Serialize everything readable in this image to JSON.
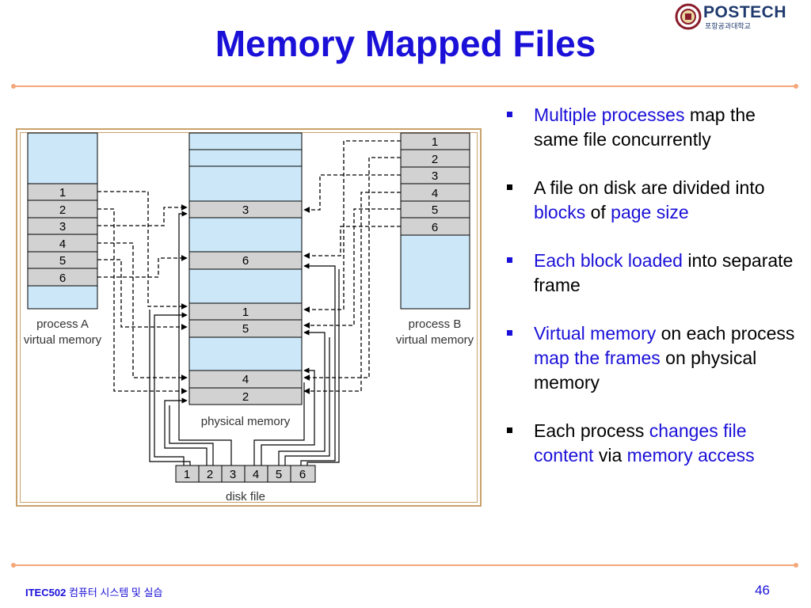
{
  "slide": {
    "title": "Memory Mapped Files",
    "logo_text": "POSTECH",
    "logo_subtext": "포항공과대학교",
    "footer_course": "ITEC502",
    "footer_course_name": "컴퓨터 시스템 및 실습",
    "page_number": "46"
  },
  "colors": {
    "title": "#1a10d8",
    "highlight": "#1a10d8",
    "rule": "#f4a77a",
    "memory_fill": "#cce8f8",
    "block_fill": "#d2d2d2"
  },
  "diagram": {
    "process_a_blocks": [
      "1",
      "2",
      "3",
      "4",
      "5",
      "6"
    ],
    "process_b_blocks": [
      "1",
      "2",
      "3",
      "4",
      "5",
      "6"
    ],
    "physical_frames": [
      "3",
      "6",
      "1",
      "5",
      "4",
      "2"
    ],
    "disk_blocks": [
      "1",
      "2",
      "3",
      "4",
      "5",
      "6"
    ],
    "process_a_label_1": "process A",
    "process_a_label_2": "virtual memory",
    "process_b_label_1": "process B",
    "process_b_label_2": "virtual memory",
    "physical_label": "physical memory",
    "disk_label": "disk file"
  },
  "bullets": [
    {
      "blue_mark": true,
      "parts": [
        {
          "t": "Multiple processes",
          "hl": true
        },
        {
          "t": " map the same file concurrently",
          "hl": false
        }
      ]
    },
    {
      "blue_mark": false,
      "parts": [
        {
          "t": "A file on disk are divided into ",
          "hl": false
        },
        {
          "t": "blocks",
          "hl": true
        },
        {
          "t": " of ",
          "hl": false
        },
        {
          "t": "page size",
          "hl": true
        }
      ]
    },
    {
      "blue_mark": true,
      "parts": [
        {
          "t": "Each block loaded",
          "hl": true
        },
        {
          "t": " into separate frame",
          "hl": false
        }
      ]
    },
    {
      "blue_mark": true,
      "parts": [
        {
          "t": "Virtual memory",
          "hl": true
        },
        {
          "t": " on each process ",
          "hl": false
        },
        {
          "t": "map the frames",
          "hl": true
        },
        {
          "t": " on physical memory",
          "hl": false
        }
      ]
    },
    {
      "blue_mark": false,
      "parts": [
        {
          "t": "Each process ",
          "hl": false
        },
        {
          "t": "changes file content",
          "hl": true
        },
        {
          "t": " via ",
          "hl": false
        },
        {
          "t": "memory access",
          "hl": true
        }
      ]
    }
  ]
}
